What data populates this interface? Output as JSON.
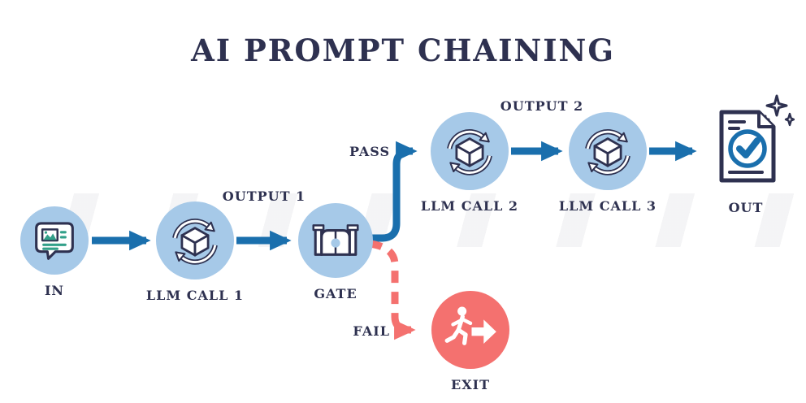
{
  "title": "AI PROMPT CHAINING",
  "nodes": {
    "in": {
      "label": "IN"
    },
    "llm_call_1": {
      "label": "LLM CALL 1"
    },
    "gate": {
      "label": "GATE"
    },
    "llm_call_2": {
      "label": "LLM CALL 2"
    },
    "llm_call_3": {
      "label": "LLM CALL 3"
    },
    "out": {
      "label": "OUT"
    },
    "exit": {
      "label": "EXIT"
    }
  },
  "edge_labels": {
    "output_1": "OUTPUT 1",
    "pass": "PASS",
    "output_2": "OUTPUT 2",
    "fail": "FAIL"
  },
  "colors": {
    "ink": "#2e3150",
    "node_blue": "#a6c9e8",
    "arrow_blue": "#1a6fad",
    "fail_red": "#f4716f",
    "teal": "#33a089",
    "background": "#ffffff"
  }
}
